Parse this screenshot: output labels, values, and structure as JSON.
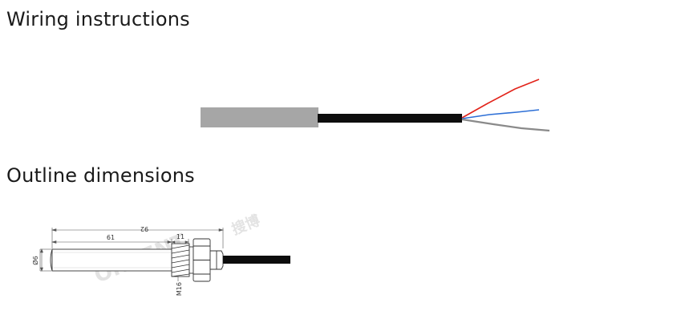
{
  "sections": {
    "wiring": {
      "title": "Wiring instructions",
      "colors": {
        "probe": "#a6a6a6",
        "cable": "#0d0d0d",
        "wire_red": "#e2231a",
        "wire_blue": "#2d6fd6",
        "wire_gray": "#8a8a8a"
      }
    },
    "outline": {
      "title": "Outline dimensions",
      "dimensions": {
        "total_length": "92",
        "probe_length": "61",
        "thread_length": "11",
        "diameter": "Ø6",
        "thread_spec": "M16"
      },
      "watermark": {
        "logo_text": "ONBENT",
        "cn_text": "搜博"
      }
    }
  }
}
